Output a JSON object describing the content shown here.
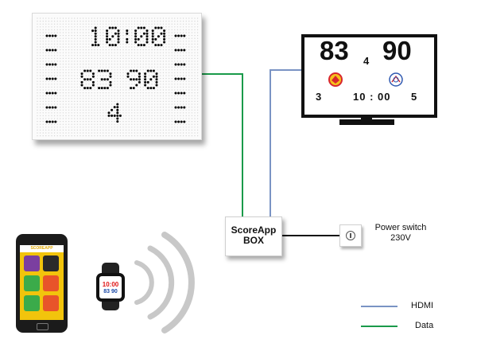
{
  "scoreboard": {
    "time": "10:00",
    "score_home": "83",
    "score_away": "90",
    "period": "4"
  },
  "tv": {
    "score_home": "83",
    "score_away": "90",
    "period": "4",
    "timeouts_home": "3",
    "time": "10 : 00",
    "timeouts_away": "5"
  },
  "box": {
    "line1": "ScoreApp",
    "line2": "BOX"
  },
  "power_switch": {
    "line1": "Power switch",
    "line2": "230V"
  },
  "phone": {
    "app_name": "SCOREAPP"
  },
  "watch": {
    "time": "10:00",
    "scores": "83 90"
  },
  "legend": {
    "items": [
      {
        "label": "HDMI",
        "color": "#7a93c4"
      },
      {
        "label": "Data",
        "color": "#1a9a4a"
      }
    ]
  },
  "colors": {
    "hdmi": "#7a93c4",
    "data": "#1a9a4a",
    "power": "#111111",
    "led": "#000000",
    "led_off": "#cfcfcf",
    "phone_accent": "#f2c40c"
  }
}
